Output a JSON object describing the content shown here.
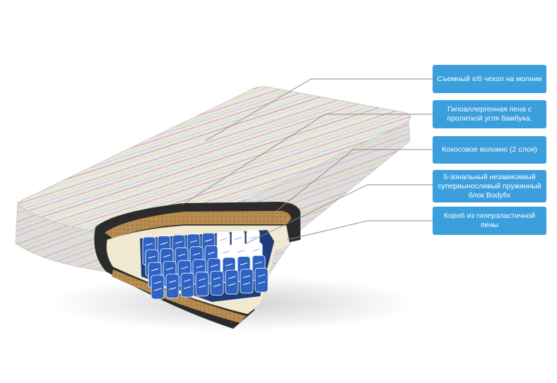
{
  "callouts": [
    {
      "id": "cover",
      "text": "Съемный х/б чехол на молнии"
    },
    {
      "id": "foam",
      "text": "Гипоаллергенная пена с пропиткой угля бамбука."
    },
    {
      "id": "coconut",
      "text": "Кокосовое волокно (2 слоя)"
    },
    {
      "id": "springs",
      "text": "5-зональный независимый супервыносливый пружинный блок Bodyfix"
    },
    {
      "id": "frame",
      "text": "Короб из гиперэластичной пены"
    }
  ],
  "colors": {
    "callout_bg": "#3a9fdc",
    "callout_text": "#ffffff",
    "leader_line": "#8a8a8a",
    "cover_base": "#e4e6e2",
    "foam_black": "#2b2b2b",
    "coconut": "#b58a4e",
    "foam_cream": "#f1ead3",
    "spring_blue": "#2f62c2",
    "spring_white": "#ffffff"
  }
}
